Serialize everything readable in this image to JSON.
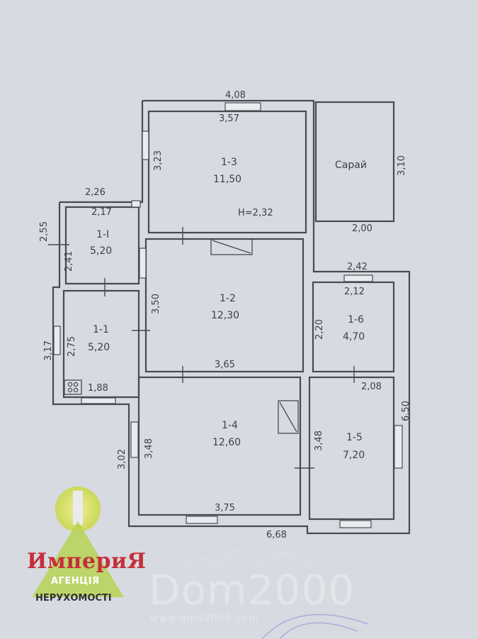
{
  "rooms": [
    {
      "id": "1-3",
      "area": "11,50"
    },
    {
      "id": "1-2",
      "area": "12,30"
    },
    {
      "id": "1-I",
      "area": "5,20"
    },
    {
      "id": "1-1",
      "area": "5,20"
    },
    {
      "id": "1-4",
      "area": "12,60"
    },
    {
      "id": "1-6",
      "area": "4,70"
    },
    {
      "id": "1-5",
      "area": "7,20"
    }
  ],
  "shed_label": "Сарай",
  "height_label": "H=2,32",
  "dimensions": {
    "top_outer": "4,08",
    "top_inner": "3,57",
    "left_13": "3,23",
    "shed_right": "3,10",
    "shed_bottom": "2,00",
    "porch_top_outer": "2,26",
    "porch_top_inner": "2,17",
    "porch_left_outer": "2,55",
    "porch_left_inner": "2,41",
    "left_12": "3,50",
    "r16_top_outer": "2,42",
    "r16_top_inner": "2,12",
    "r16_left": "2,20",
    "r11_left_outer": "3,17",
    "r11_left_inner": "2,75",
    "r12_bottom": "3,65",
    "r11_bottom": "1,88",
    "r15_top": "2,08",
    "right_outer": "6,50",
    "r14_left_outer": "3,02",
    "r14_left_inner": "3,48",
    "r15_left": "3,48",
    "r14_bottom": "3,75",
    "bottom_outer": "6,68"
  },
  "watermark": {
    "logo_text": "ИмпериЯ",
    "agency_line1": "АГЕНЦІЯ",
    "agency_line2": "НЕРУХОМОСТІ",
    "site_brand": "Dom2000",
    "site_url": "www.dom2000.com"
  }
}
